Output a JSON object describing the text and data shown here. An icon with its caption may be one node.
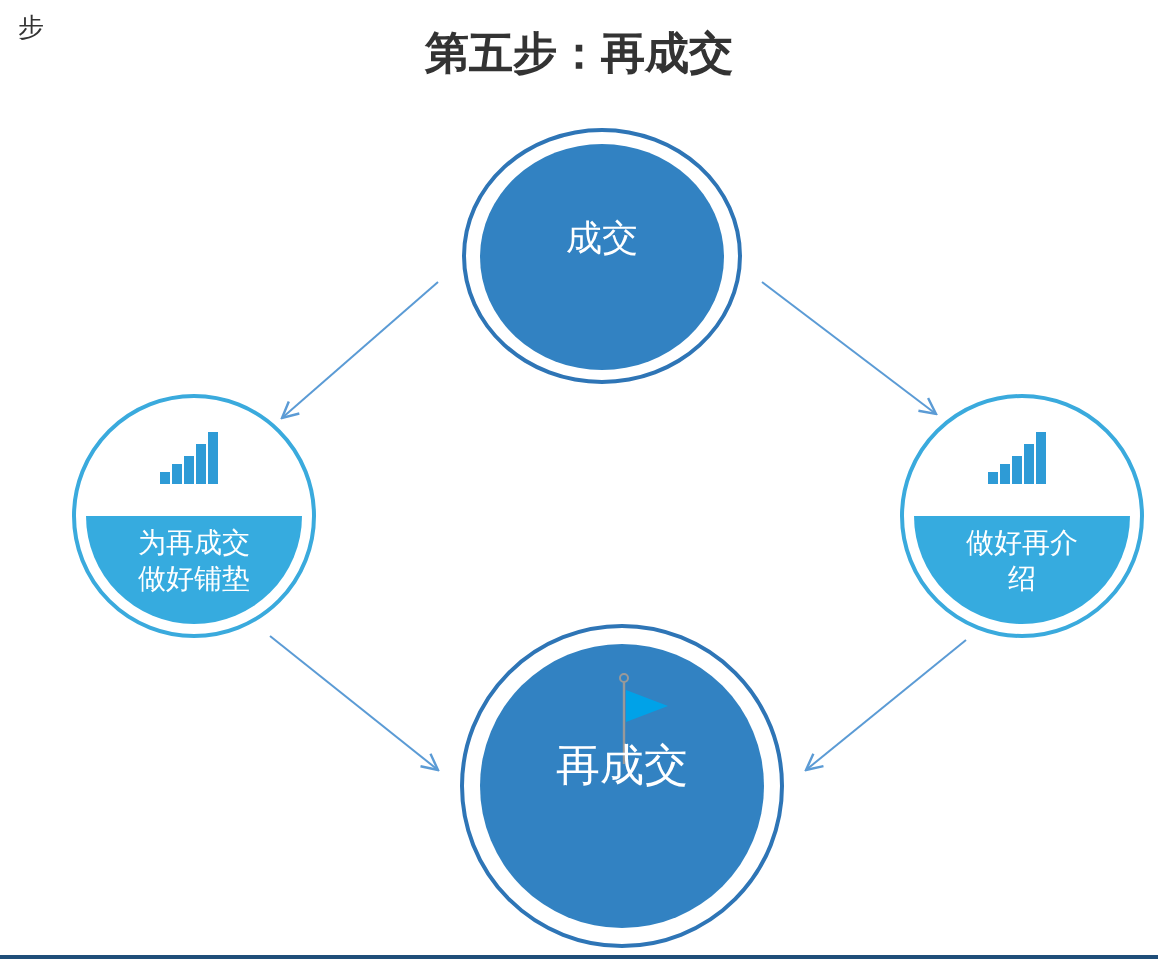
{
  "diagram": {
    "title": "第五步：再成交",
    "nodes": [
      {
        "text": [
          "成交"
        ]
      },
      {
        "text": [
          "为再成交做好铺垫"
        ]
      },
      {
        "text": [
          "做好再介绍"
        ]
      },
      {
        "text": [
          "再成交"
        ]
      }
    ],
    "edges": [
      {
        "from": 0,
        "to": 1,
        "arrow": "to"
      },
      {
        "from": 0,
        "to": 2,
        "arrow": "to"
      },
      {
        "from": 1,
        "to": 3,
        "arrow": "to"
      },
      {
        "from": 2,
        "to": 3,
        "arrow": "to"
      }
    ],
    "labels": [
      "步"
    ]
  }
}
